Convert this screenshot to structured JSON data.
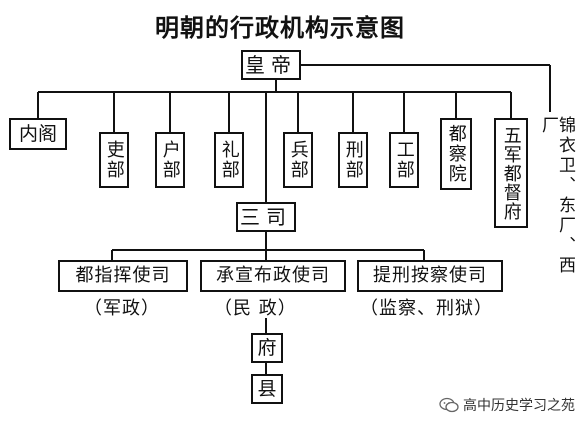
{
  "title": "明朝的行政机构示意图",
  "top": "皇帝",
  "neige": "内阁",
  "ministries": [
    "吏部",
    "户部",
    "礼部",
    "兵部",
    "刑部",
    "工部"
  ],
  "duchayuan": "都察院",
  "wujun": "五军都督府",
  "side_agency": "锦衣卫、东厂、西厂",
  "sansi": "三司",
  "sansi_units": [
    {
      "name": "都指挥使司",
      "duty": "（军政）"
    },
    {
      "name": "承宣布政使司",
      "duty": "（民 政）"
    },
    {
      "name": "提刑按察使司",
      "duty": "（监察、刑狱）"
    }
  ],
  "fu": "府",
  "xian": "县",
  "watermark": "高中历史学习之苑"
}
